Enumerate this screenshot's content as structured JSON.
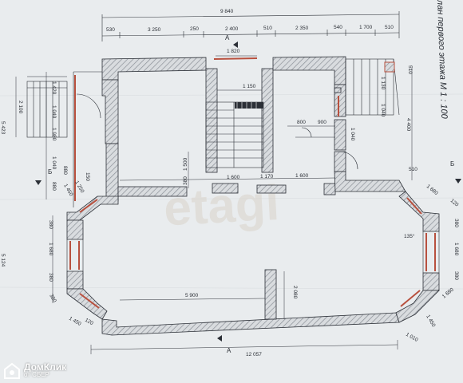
{
  "drawing": {
    "title": "лан первого этажа  М 1 : 100",
    "watermark": "etagi",
    "colors": {
      "paper": "#e9ecee",
      "wall_hatch": "#8a8f96",
      "window_red": "#b8503e",
      "ink": "#2b2f36"
    }
  },
  "dims_top_total": "9 840",
  "dims_top": [
    "530",
    "3 250",
    "250",
    "2 400",
    "510",
    "2 350",
    "540",
    "1 700",
    "510"
  ],
  "dims_inner": [
    "1 820",
    "1 150",
    "800",
    "900",
    "1 500",
    "380",
    "1 600",
    "1 170",
    "1 600",
    "2 080",
    "5 900"
  ],
  "dims_left": [
    "1 420",
    "2 100",
    "1 040",
    "1 980",
    "1 040",
    "880",
    "1 450",
    "380",
    "1 680",
    "380",
    "380",
    "1 450",
    "120",
    "5 423",
    "5 124",
    "150",
    "1 250",
    "880"
  ],
  "dims_right": [
    "510",
    "1 130",
    "1 040",
    "4 400",
    "1 040",
    "510",
    "1 680",
    "120",
    "380",
    "1 680",
    "380",
    "1 680",
    "1 010",
    "1 450",
    "135°"
  ],
  "dims_bottom_total": "12 057",
  "section_marks": [
    "А",
    "А",
    "Б",
    "Б"
  ],
  "brand": {
    "name": "ДомКлик",
    "sub": "от СБЕР",
    "icon": "house-pin-icon"
  }
}
